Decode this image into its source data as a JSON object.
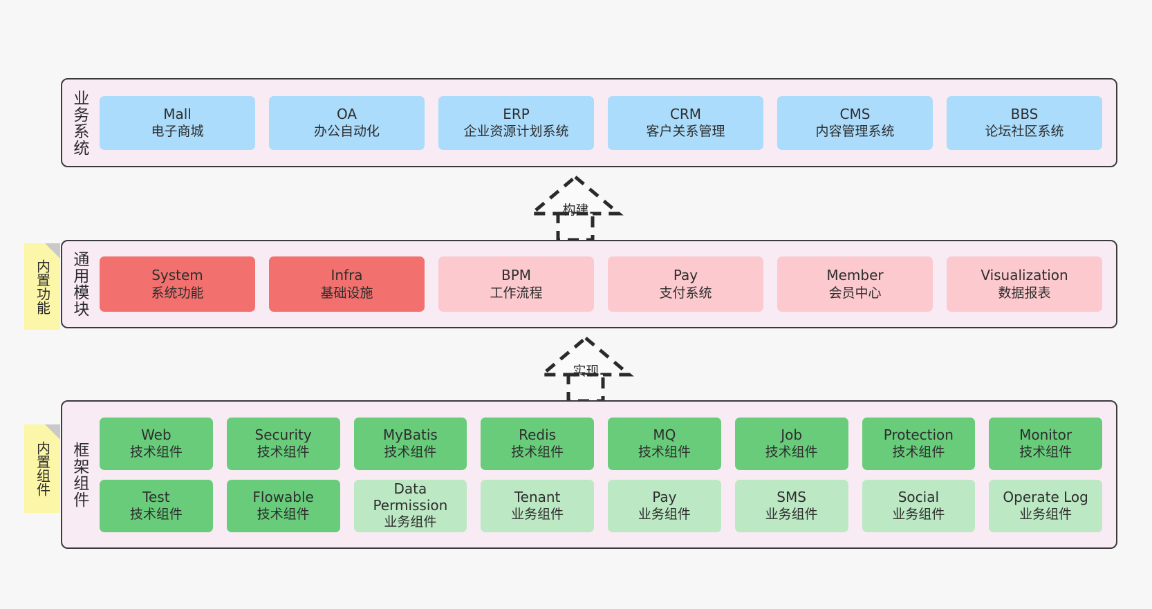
{
  "diagram": {
    "background_color": "#F7F7F7",
    "panel_bg": "#F9EBF4",
    "panel_border": "#3A3A3A"
  },
  "sticky_notes": [
    {
      "text": "内置功能",
      "color": "#FCF6A8"
    },
    {
      "text": "内置组件",
      "color": "#FCF6A8"
    }
  ],
  "arrows": [
    {
      "label": "构建",
      "style": "dashed-generalization-up"
    },
    {
      "label": "实现",
      "style": "dashed-generalization-up"
    }
  ],
  "panels": [
    {
      "id": "business",
      "label": "业务系统",
      "rows": [
        [
          {
            "title": "Mall",
            "subtitle": "电子商城",
            "color": "#ABDCFB"
          },
          {
            "title": "OA",
            "subtitle": "办公自动化",
            "color": "#ABDCFB"
          },
          {
            "title": "ERP",
            "subtitle": "企业资源计划系统",
            "color": "#ABDCFB"
          },
          {
            "title": "CRM",
            "subtitle": "客户关系管理",
            "color": "#ABDCFB"
          },
          {
            "title": "CMS",
            "subtitle": "内容管理系统",
            "color": "#ABDCFB"
          },
          {
            "title": "BBS",
            "subtitle": "论坛社区系统",
            "color": "#ABDCFB"
          }
        ]
      ]
    },
    {
      "id": "common",
      "label": "通用模块",
      "rows": [
        [
          {
            "title": "System",
            "subtitle": "系统功能",
            "color": "#F2716E"
          },
          {
            "title": "Infra",
            "subtitle": "基础设施",
            "color": "#F2716E"
          },
          {
            "title": "BPM",
            "subtitle": "工作流程",
            "color": "#FCC9CE"
          },
          {
            "title": "Pay",
            "subtitle": "支付系统",
            "color": "#FCC9CE"
          },
          {
            "title": "Member",
            "subtitle": "会员中心",
            "color": "#FCC9CE"
          },
          {
            "title": "Visualization",
            "subtitle": "数据报表",
            "color": "#FCC9CE"
          }
        ]
      ]
    },
    {
      "id": "framework",
      "label": "框架组件",
      "rows": [
        [
          {
            "title": "Web",
            "subtitle": "技术组件",
            "color": "#68CC7B"
          },
          {
            "title": "Security",
            "subtitle": "技术组件",
            "color": "#68CC7B"
          },
          {
            "title": "MyBatis",
            "subtitle": "技术组件",
            "color": "#68CC7B"
          },
          {
            "title": "Redis",
            "subtitle": "技术组件",
            "color": "#68CC7B"
          },
          {
            "title": "MQ",
            "subtitle": "技术组件",
            "color": "#68CC7B"
          },
          {
            "title": "Job",
            "subtitle": "技术组件",
            "color": "#68CC7B"
          },
          {
            "title": "Protection",
            "subtitle": "技术组件",
            "color": "#68CC7B"
          },
          {
            "title": "Monitor",
            "subtitle": "技术组件",
            "color": "#68CC7B"
          }
        ],
        [
          {
            "title": "Test",
            "subtitle": "技术组件",
            "color": "#68CC7B"
          },
          {
            "title": "Flowable",
            "subtitle": "技术组件",
            "color": "#68CC7B"
          },
          {
            "title": "Data Permission",
            "subtitle": "业务组件",
            "color": "#BCE8C4"
          },
          {
            "title": "Tenant",
            "subtitle": "业务组件",
            "color": "#BCE8C4"
          },
          {
            "title": "Pay",
            "subtitle": "业务组件",
            "color": "#BCE8C4"
          },
          {
            "title": "SMS",
            "subtitle": "业务组件",
            "color": "#BCE8C4"
          },
          {
            "title": "Social",
            "subtitle": "业务组件",
            "color": "#BCE8C4"
          },
          {
            "title": "Operate Log",
            "subtitle": "业务组件",
            "color": "#BCE8C4"
          }
        ]
      ]
    }
  ]
}
